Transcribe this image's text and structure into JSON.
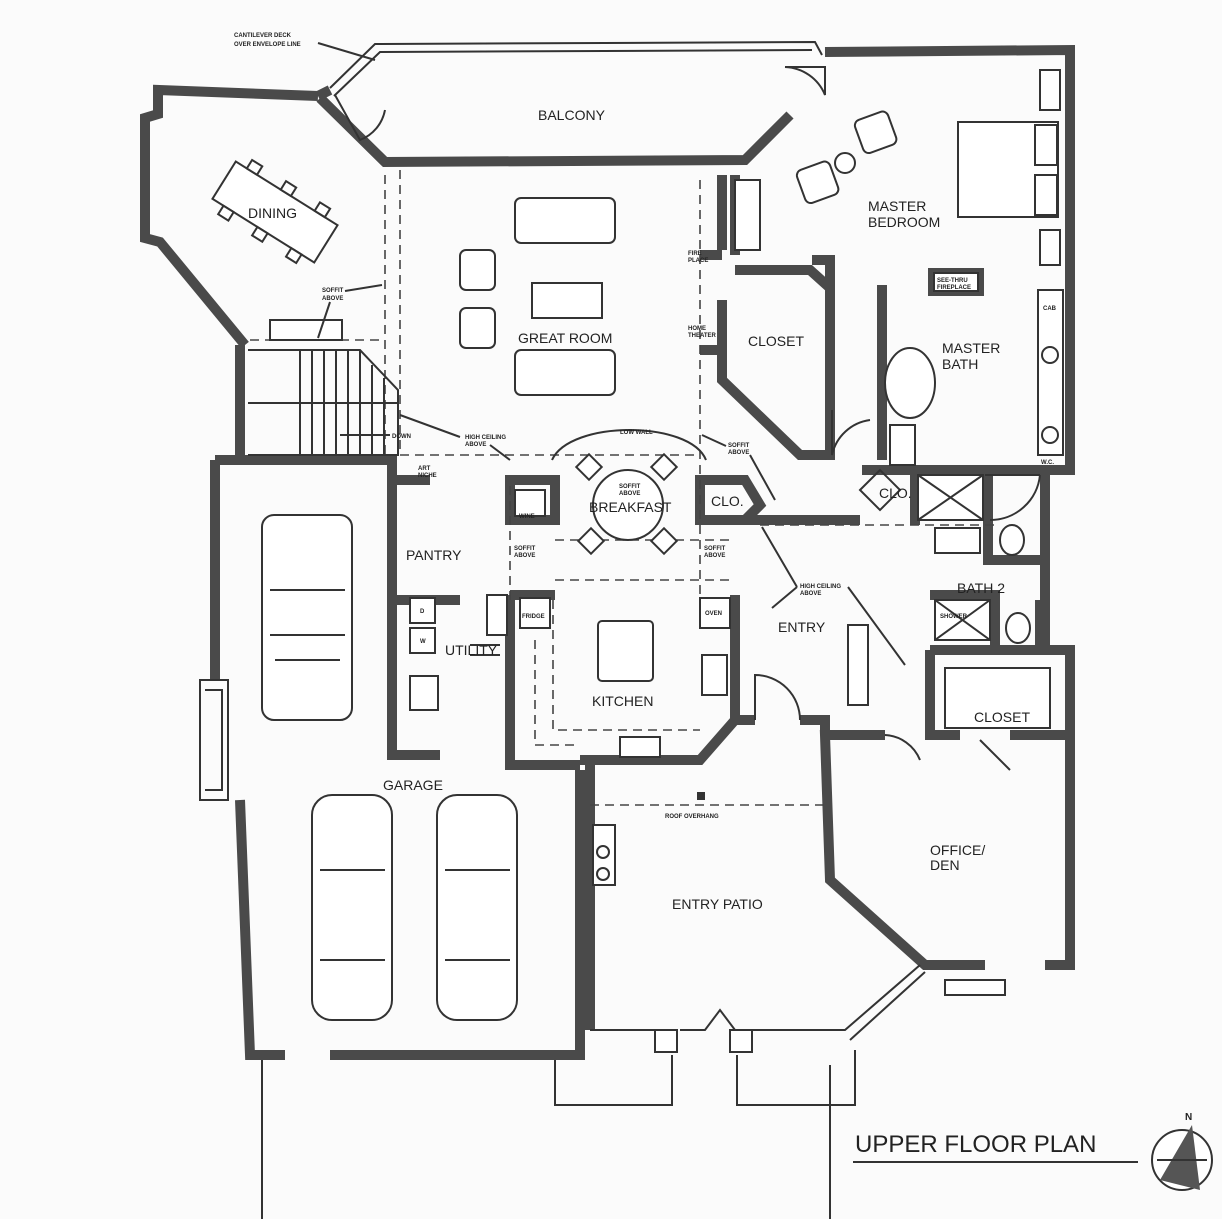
{
  "title": "UPPER FLOOR PLAN",
  "rooms": {
    "balcony": "BALCONY",
    "dining": "DINING",
    "great_room": "GREAT ROOM",
    "master_bedroom_1": "MASTER",
    "master_bedroom_2": "BEDROOM",
    "closet_master": "CLOSET",
    "master_bath_1": "MASTER",
    "master_bath_2": "BATH",
    "breakfast": "BREAKFAST",
    "clo": "CLO.",
    "clo_bath": "CLO.",
    "pantry": "PANTRY",
    "utility": "UTILITY",
    "kitchen": "KITCHEN",
    "entry": "ENTRY",
    "bath2": "BATH 2",
    "closet_office": "CLOSET",
    "garage": "GARAGE",
    "office_1": "OFFICE/",
    "office_2": "DEN",
    "entry_patio": "ENTRY PATIO"
  },
  "notes": {
    "cantilever_1": "CANTILEVER DECK",
    "cantilever_2": "OVER ENVELOPE LINE",
    "soffit_dining_1": "SOFFIT",
    "soffit_dining_2": "ABOVE",
    "fireplace_1": "FIRE",
    "fireplace_2": "PLACE",
    "home_theater_1": "HOME",
    "home_theater_2": "THEATER",
    "see_thru_1": "SEE-THRU",
    "see_thru_2": "FIREPLACE",
    "down": "DOWN",
    "high_ceiling_1": "HIGH CEILING",
    "high_ceiling_2": "ABOVE",
    "low_wall": "LOW WALL",
    "art_niche_1": "ART",
    "art_niche_2": "NICHE",
    "soffit_bk_1": "SOFFIT",
    "soffit_bk_2": "ABOVE",
    "soffit_right_1": "SOFFIT",
    "soffit_right_2": "ABOVE",
    "wine": "WINE",
    "soffit_left_1": "SOFFIT",
    "soffit_left_2": "ABOVE",
    "soffit_kr_1": "SOFFIT",
    "soffit_kr_2": "ABOVE",
    "high_ceiling_entry_1": "HIGH CEILING",
    "high_ceiling_entry_2": "ABOVE",
    "fridge": "FRIDGE",
    "oven": "OVEN",
    "dryer": "D",
    "washer": "W",
    "cab": "CAB",
    "wc": "W.C.",
    "shower": "SHOWER",
    "roof_overhang": "ROOF OVERHANG"
  }
}
